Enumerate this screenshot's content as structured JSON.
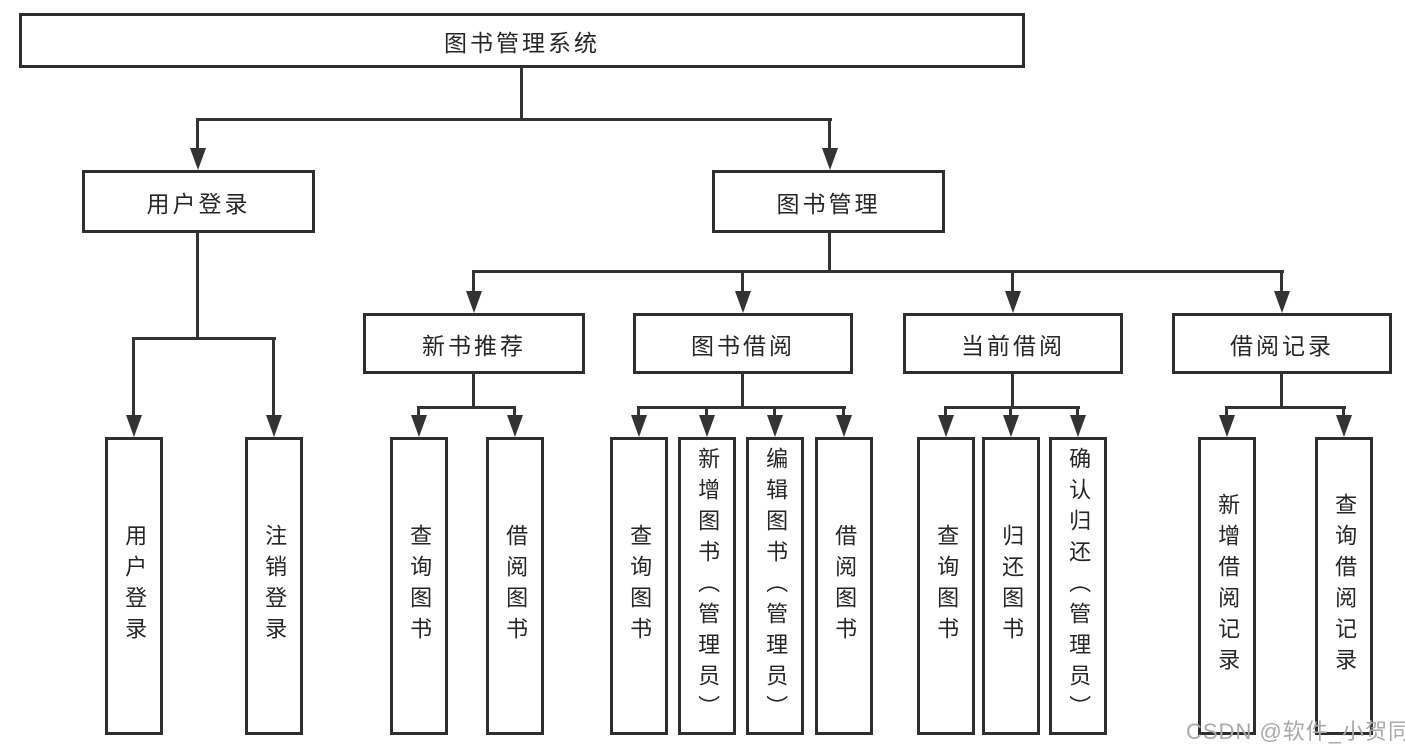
{
  "tree": {
    "label": "图书管理系统",
    "children": [
      {
        "label": "用户登录",
        "children": [
          {
            "label": "用户登录"
          },
          {
            "label": "注销登录"
          }
        ]
      },
      {
        "label": "图书管理",
        "children": [
          {
            "label": "新书推荐",
            "children": [
              {
                "label": "查询图书"
              },
              {
                "label": "借阅图书"
              }
            ]
          },
          {
            "label": "图书借阅",
            "children": [
              {
                "label": "查询图书"
              },
              {
                "label": "新增图书（管理员）"
              },
              {
                "label": "编辑图书（管理员）"
              },
              {
                "label": "借阅图书"
              }
            ]
          },
          {
            "label": "当前借阅",
            "children": [
              {
                "label": "查询图书"
              },
              {
                "label": "归还图书"
              },
              {
                "label": "确认归还（管理员）"
              }
            ]
          },
          {
            "label": "借阅记录",
            "children": [
              {
                "label": "新增借阅记录"
              },
              {
                "label": "查询借阅记录"
              }
            ]
          }
        ]
      }
    ]
  },
  "watermark": {
    "text": "CSDN @软件_小贺同学"
  },
  "colors": {
    "box_border": "#2e2e2e",
    "connector": "#333333",
    "text": "#262626",
    "watermark": "#a9a9a9",
    "background": "#ffffff"
  }
}
